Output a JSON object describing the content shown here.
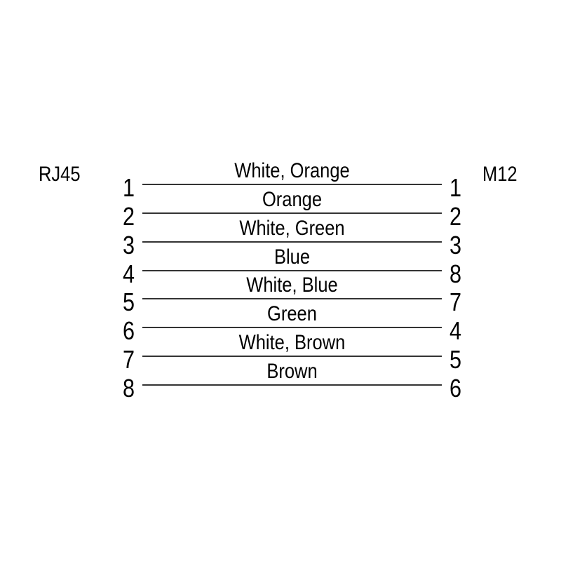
{
  "diagram": {
    "type": "pin-wiring-diagram",
    "connectors": {
      "left": "RJ45",
      "right": "M12"
    },
    "rows": [
      {
        "left_pin": "1",
        "wire": "White, Orange",
        "right_pin": "1"
      },
      {
        "left_pin": "2",
        "wire": "Orange",
        "right_pin": "2"
      },
      {
        "left_pin": "3",
        "wire": "White, Green",
        "right_pin": "3"
      },
      {
        "left_pin": "4",
        "wire": "Blue",
        "right_pin": "8"
      },
      {
        "left_pin": "5",
        "wire": "White, Blue",
        "right_pin": "7"
      },
      {
        "left_pin": "6",
        "wire": "Green",
        "right_pin": "4"
      },
      {
        "left_pin": "7",
        "wire": "White, Brown",
        "right_pin": "5"
      },
      {
        "left_pin": "8",
        "wire": "Brown",
        "right_pin": "6"
      }
    ],
    "colors": {
      "text": "#000000",
      "line": "#333333",
      "background": "#ffffff"
    }
  }
}
